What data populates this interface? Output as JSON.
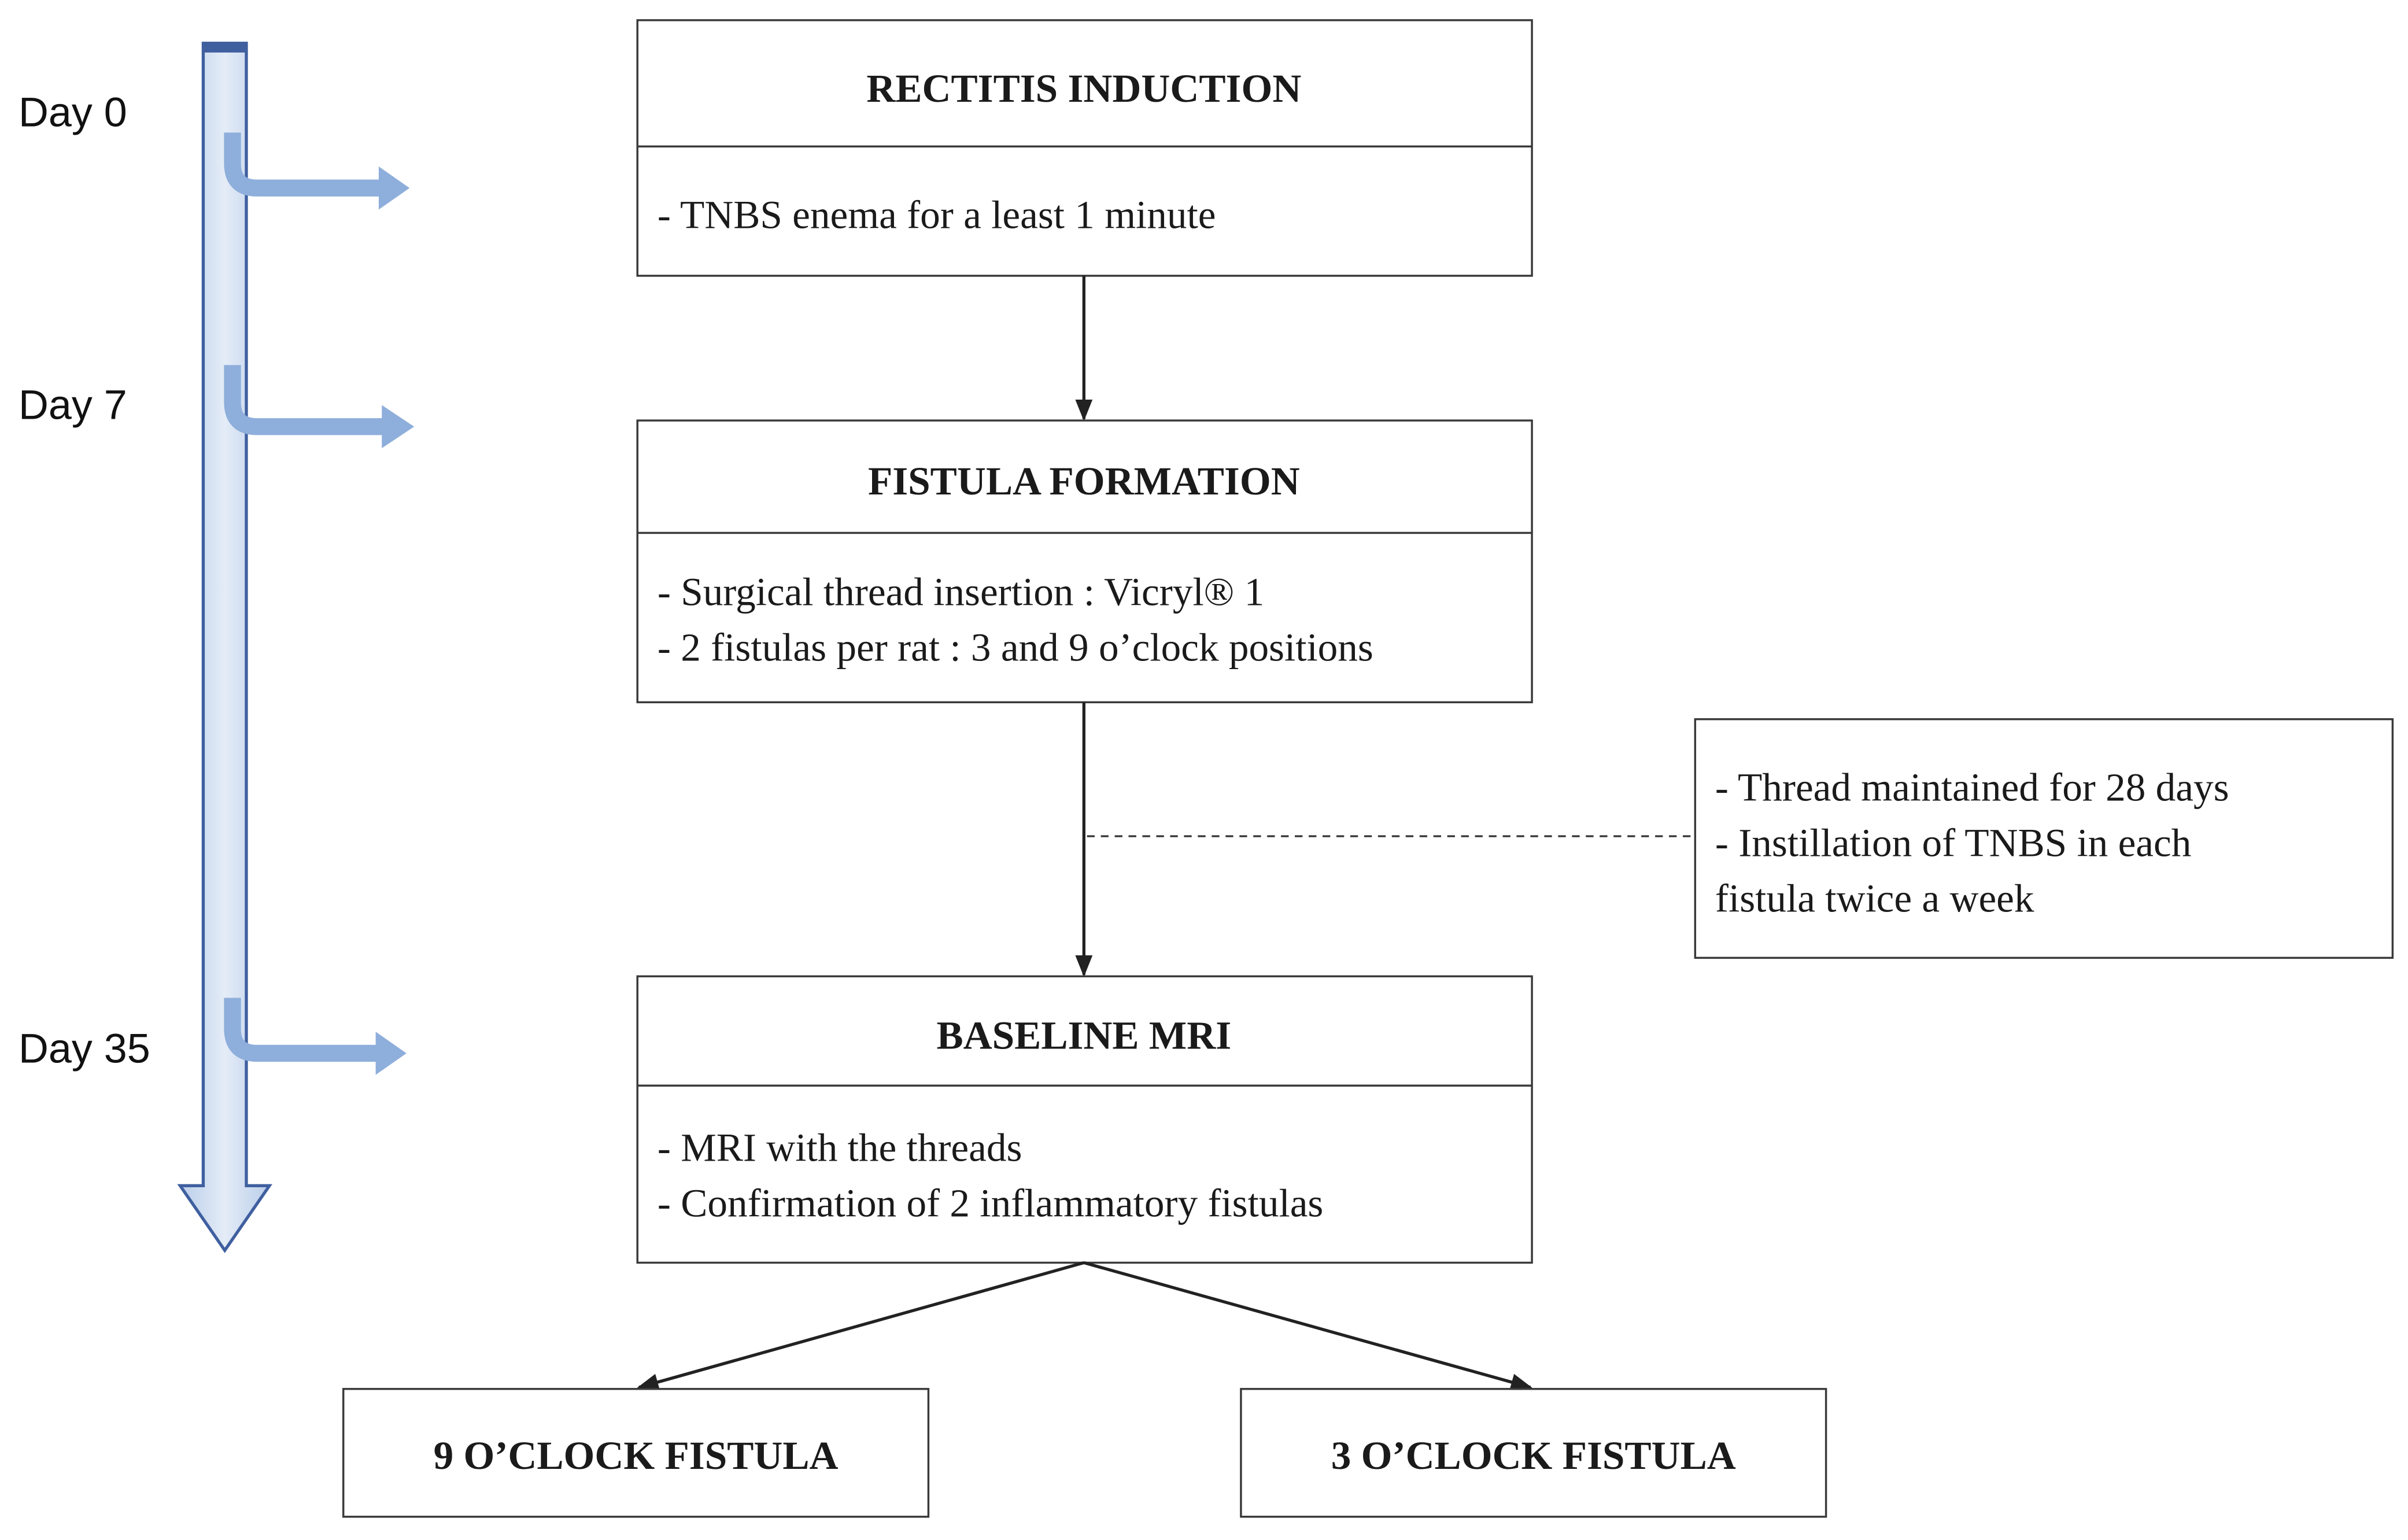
{
  "colors": {
    "timeline_fill": "#cddcf0",
    "timeline_stroke": "#3f5f9f",
    "step_arrow": "#8eaedb",
    "border": "#3a3a3a",
    "text": "#1a1a1a"
  },
  "timeline": {
    "labels": [
      "Day 0",
      "Day 7",
      "Day 35"
    ]
  },
  "boxes": {
    "rectitis": {
      "title": "RECTITIS INDUCTION",
      "lines": [
        "- TNBS enema for a least 1 minute"
      ]
    },
    "fistula": {
      "title": "FISTULA FORMATION",
      "lines": [
        "- Surgical thread insertion : Vicryl® 1",
        "- 2 fistulas per rat : 3 and 9 o’clock positions"
      ]
    },
    "note": {
      "lines": [
        "- Thread maintained for 28 days",
        "- Instillation of TNBS in each",
        "fistula twice a week"
      ]
    },
    "mri": {
      "title": "BASELINE MRI",
      "lines": [
        "- MRI with the threads",
        "- Confirmation of 2 inflammatory fistulas"
      ]
    },
    "nine": {
      "title": "9 O’CLOCK FISTULA"
    },
    "three": {
      "title": "3 O’CLOCK FISTULA"
    }
  }
}
